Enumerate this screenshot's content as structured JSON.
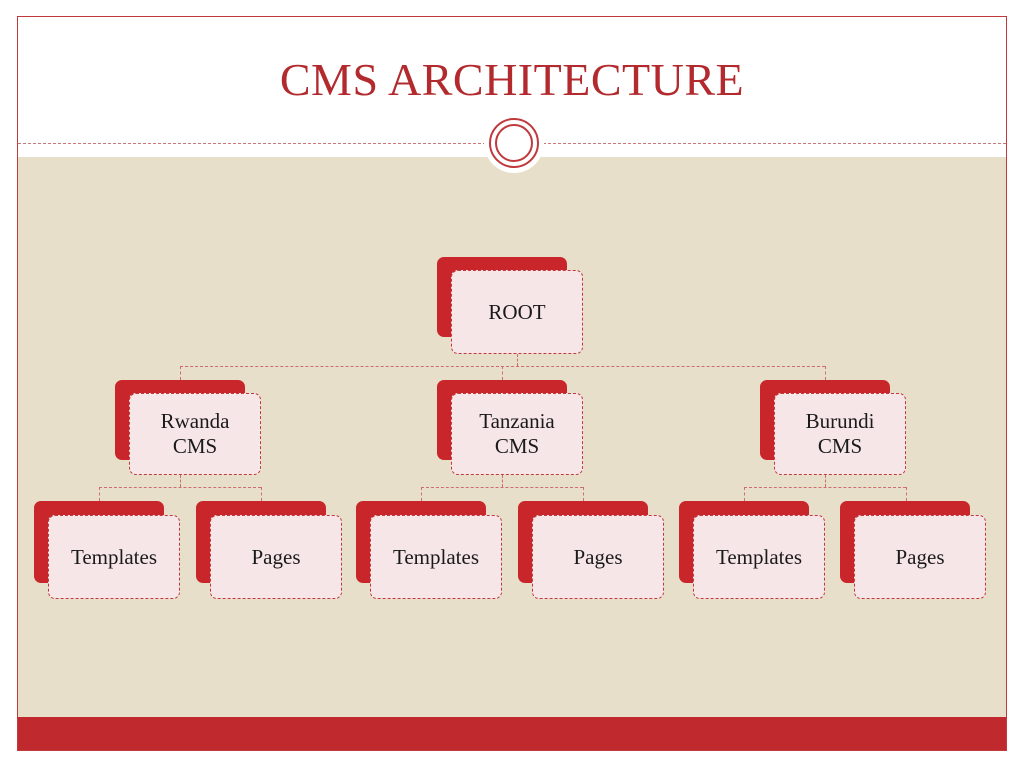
{
  "slide": {
    "title": "CMS ARCHITECTURE",
    "colors": {
      "accent": "#c0292e",
      "title": "#b22a2e",
      "content_background": "#e7dfc9",
      "node_fill": "#f7e6e7"
    }
  },
  "tree": {
    "root": "ROOT",
    "branches": [
      {
        "label": "Rwanda\nCMS",
        "children": [
          "Templates",
          "Pages"
        ]
      },
      {
        "label": "Tanzania\nCMS",
        "children": [
          "Templates",
          "Pages"
        ]
      },
      {
        "label": "Burundi\nCMS",
        "children": [
          "Templates",
          "Pages"
        ]
      }
    ]
  }
}
